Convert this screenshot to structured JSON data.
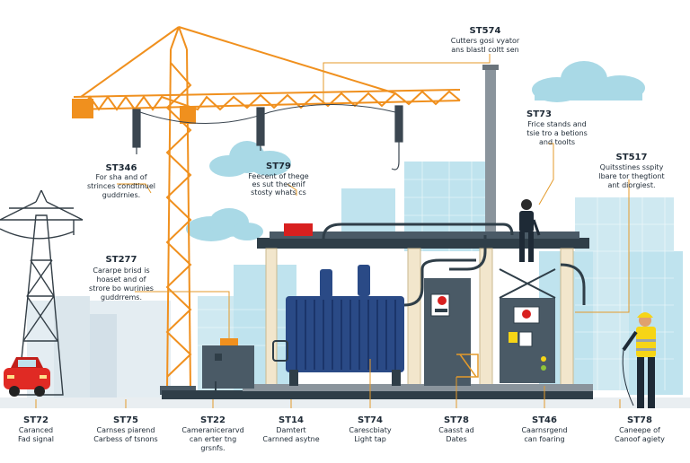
{
  "callouts": {
    "top_right": {
      "code": "ST574",
      "lines": [
        "Cutters gosi vyator",
        "ans blastl coltt sen"
      ]
    },
    "upper_left": {
      "code": "ST346",
      "lines": [
        "For sha and of",
        "strinces condtinuel",
        "guddrnies."
      ]
    },
    "center_upper": {
      "code": "ST79",
      "lines": [
        "Feecent of thege",
        "es sut thecenif",
        "stosty whats cs"
      ]
    },
    "right_upper": {
      "code": "ST73",
      "lines": [
        "Frice stands and",
        "tsie tro a betions",
        "and toolts"
      ]
    },
    "far_right": {
      "code": "ST517",
      "lines": [
        "Quitsstines sspity",
        "lbare tor thegtiont",
        "ant diorgiest."
      ]
    },
    "left_middle": {
      "code": "ST277",
      "lines": [
        "Cararpe brisd is",
        "hoaset and of",
        "strore bo wurinies",
        "guddrrems."
      ]
    }
  },
  "bottom_labels": [
    {
      "code": "ST72",
      "lines": [
        "Caranced",
        "Fad signal"
      ]
    },
    {
      "code": "ST75",
      "lines": [
        "Carnses piarend",
        "Carbess of tsnons"
      ]
    },
    {
      "code": "ST22",
      "lines": [
        "Cameranicerarvd",
        "can erter tng",
        "grsnfs."
      ]
    },
    {
      "code": "ST14",
      "lines": [
        "Damtert",
        "Carnned asytne"
      ]
    },
    {
      "code": "ST74",
      "lines": [
        "Carescbiaty",
        "Light tap"
      ]
    },
    {
      "code": "ST78",
      "lines": [
        "Caasst ad",
        "Dates"
      ]
    },
    {
      "code": "ST46",
      "lines": [
        "Caarnsrgend",
        "can foaring"
      ]
    },
    {
      "code": "ST78",
      "lines": [
        "Caneepe of",
        "Canoof agiety"
      ]
    }
  ],
  "colors": {
    "crane": "#f0901e",
    "transformer": "#2a4a86",
    "machine": "#4a5a66",
    "deck": "#2f3e48",
    "pillar": "#f2e6cc",
    "sky": "#a9d9e6",
    "grid_bg": "#cfe9f1",
    "vest": "#f6d516",
    "car": "#e02a24",
    "red_box": "#d8201f",
    "leader": "#e49a2a"
  }
}
